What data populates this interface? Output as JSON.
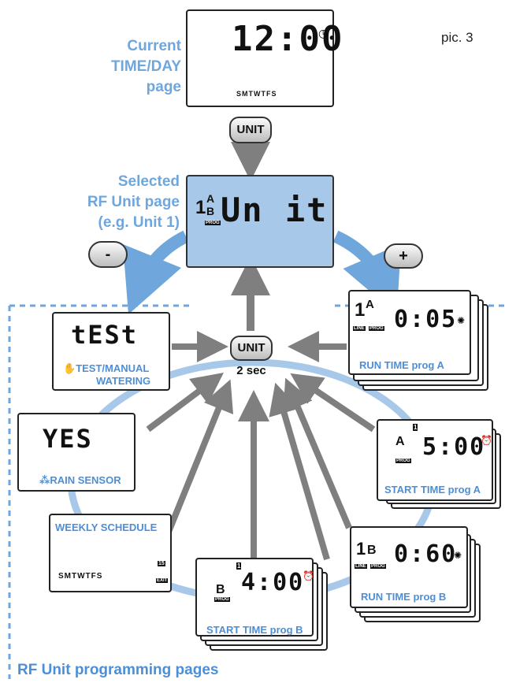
{
  "pic_label": "pic. 3",
  "current_page_label": [
    "Current",
    "TIME/DAY",
    "page"
  ],
  "selected_page_label": [
    "Selected",
    "RF Unit page",
    "(e.g. Unit 1)"
  ],
  "unit_button": "UNIT",
  "unit_hold": "2 sec",
  "minus_button": "-",
  "plus_button": "+",
  "top_display": {
    "time": "12:00",
    "days": "SMTWTFS"
  },
  "unit_display": {
    "num": "1",
    "a": "A",
    "b": "B",
    "prog": "PROG",
    "text": "Un it"
  },
  "test_display": {
    "text": "tESt",
    "caption_line1": "TEST/MANUAL",
    "caption_line2": "WATERING"
  },
  "rain_display": {
    "text": "YES",
    "caption": "RAIN SENSOR"
  },
  "weekly_display": {
    "caption": "WEEKLY SCHEDULE",
    "days": "SMTWTFS",
    "num": "15",
    "exit": "EXIT"
  },
  "start_b_display": {
    "badge": "1",
    "letter": "B",
    "prog": "PROG",
    "time": "4:00",
    "caption": "START TIME prog B"
  },
  "run_a_display": {
    "num": "1",
    "letter": "A",
    "prog": "PROG",
    "line": "LINE",
    "time": "0:05",
    "caption": "RUN TIME prog A"
  },
  "start_a_display": {
    "badge": "1",
    "letter": "A",
    "prog": "PROG",
    "time": "5:00",
    "caption": "START TIME prog A"
  },
  "run_b_display": {
    "num": "1",
    "letter": "B",
    "prog": "PROG",
    "line": "LINE",
    "time": "0:60",
    "caption": "RUN TIME prog B"
  },
  "footer_label": "RF Unit programming pages",
  "colors": {
    "blue_arrow": "#6fa6dc",
    "gray_arrow": "#7f7f7f",
    "lcd_blue": "#a8c8ea",
    "dash": "#6fa6dc"
  }
}
